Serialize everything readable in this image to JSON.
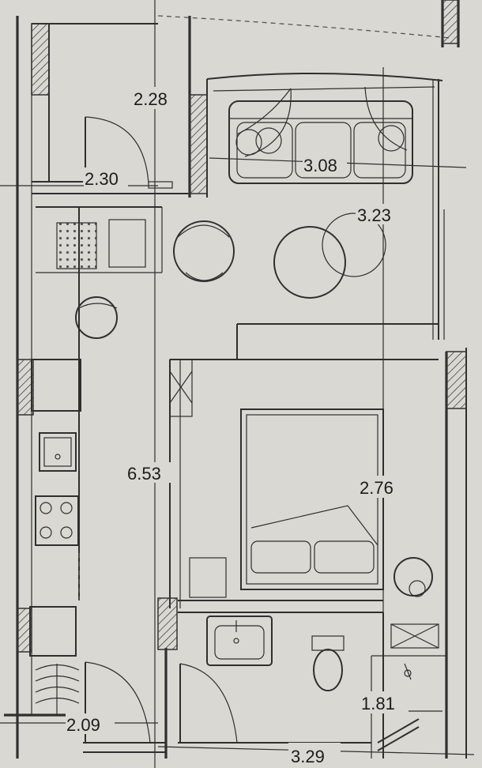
{
  "dimensions": [
    {
      "id": "top-left-room-length",
      "label": "2.28"
    },
    {
      "id": "entry-width",
      "label": "2.30"
    },
    {
      "id": "sofa-wall-length",
      "label": "3.08"
    },
    {
      "id": "living-room-depth",
      "label": "3.23"
    },
    {
      "id": "overall-left-length",
      "label": "6.53"
    },
    {
      "id": "bedroom-depth",
      "label": "2.76"
    },
    {
      "id": "bathroom-depth",
      "label": "1.81"
    },
    {
      "id": "bottom-left-width",
      "label": "2.09"
    },
    {
      "id": "bottom-overall-width",
      "label": "3.29"
    }
  ],
  "colors": {
    "paper": "#d9d8d2",
    "ink": "#2f2f2f"
  }
}
